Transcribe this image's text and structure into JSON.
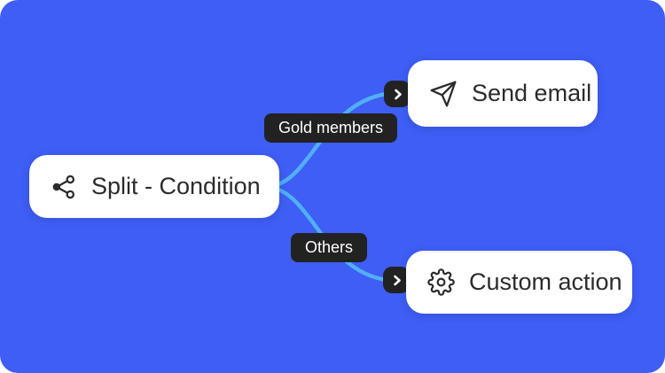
{
  "colors": {
    "background": "#3E5EF5",
    "connector": "#50AFF5",
    "node_bg": "#FFFFFF",
    "node_text": "#2B2B2B",
    "label_bg": "#222222",
    "label_text": "#FFFFFF",
    "badge_bg": "#222222",
    "badge_icon": "#FFFFFF"
  },
  "nodes": {
    "split": {
      "label": "Split - Condition",
      "icon": "split-share-icon"
    },
    "send_email": {
      "label": "Send email",
      "icon": "send-paper-plane-icon"
    },
    "custom_action": {
      "label": "Custom action",
      "icon": "gear-icon"
    }
  },
  "branch_labels": {
    "gold_members": "Gold members",
    "others": "Others"
  }
}
